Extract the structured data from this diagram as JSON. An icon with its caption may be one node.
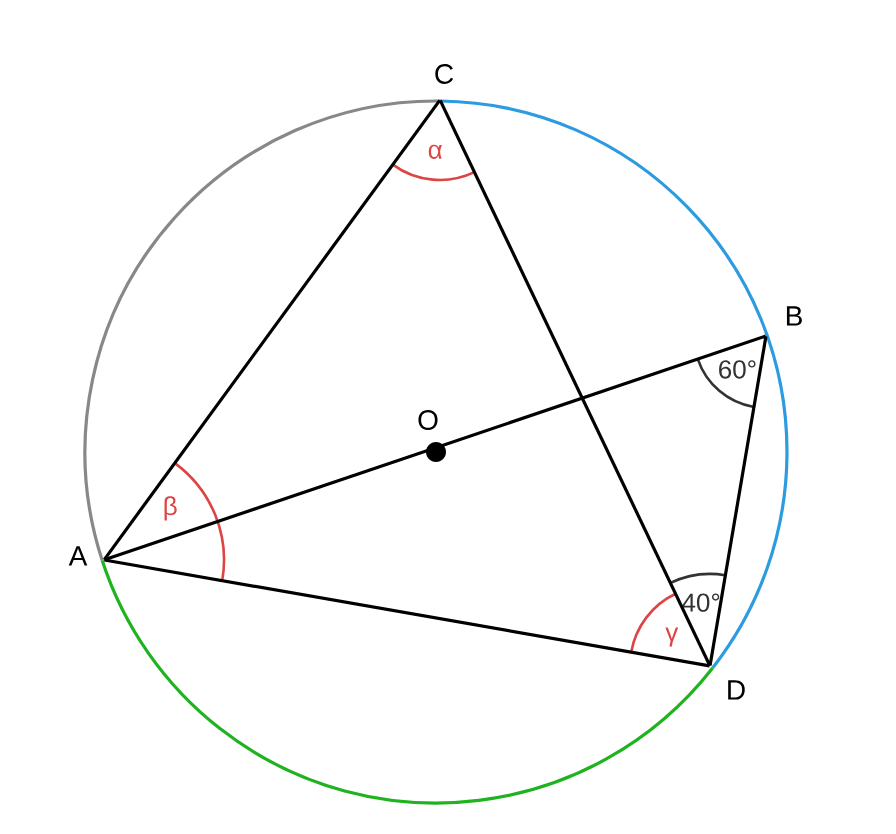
{
  "diagram": {
    "nodes": [
      {
        "text": [
          "C"
        ]
      },
      {
        "text": [
          "B"
        ]
      },
      {
        "text": [
          "O"
        ]
      },
      {
        "text": [
          "A"
        ]
      },
      {
        "text": [
          "D"
        ]
      }
    ],
    "edges": [
      {
        "from": 3,
        "to": 0,
        "arrow": "none"
      },
      {
        "from": 0,
        "to": 4,
        "arrow": "none"
      },
      {
        "from": 3,
        "to": 1,
        "arrow": "none"
      },
      {
        "from": 3,
        "to": 4,
        "arrow": "none"
      },
      {
        "from": 1,
        "to": 4,
        "arrow": "none"
      }
    ],
    "labels": [
      "α",
      "60°",
      "β",
      "40°",
      "γ"
    ]
  }
}
